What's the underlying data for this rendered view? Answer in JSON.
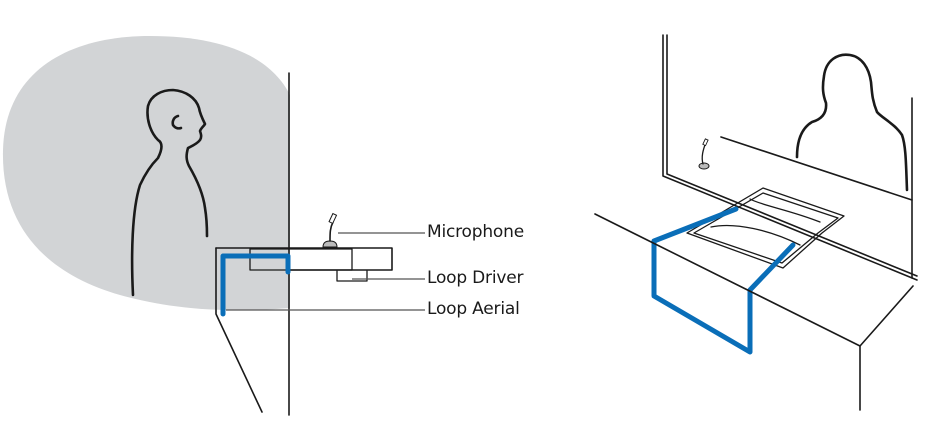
{
  "diagram": {
    "title": "",
    "colors": {
      "loop_aerial": "#0a6eb8",
      "visitor_zone": "#d2d4d6",
      "line": "#1a1a1a"
    },
    "left_view": {
      "name": "side-section",
      "labels": {
        "microphone": "Microphone",
        "loop_driver": "Loop Driver",
        "loop_aerial": "Loop Aerial"
      }
    },
    "right_view": {
      "name": "perspective-counter"
    }
  }
}
